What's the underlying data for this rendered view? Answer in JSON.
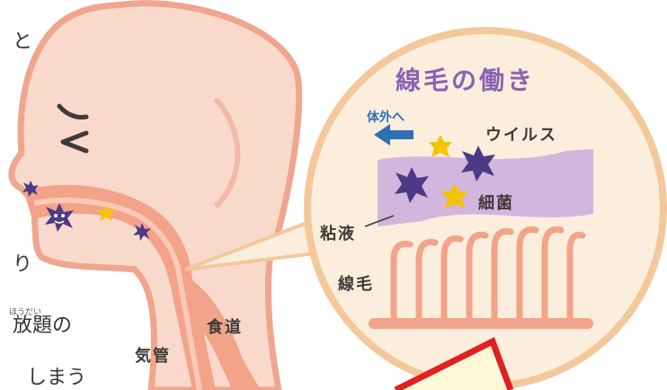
{
  "side_text": {
    "line_top": "と",
    "line_mid": "り",
    "line_4": "放題の",
    "line_5": "しまう",
    "ruby": "ほうだい"
  },
  "labels": {
    "trachea": "気管",
    "esophagus": "食道"
  },
  "inset": {
    "title": "線毛の働き",
    "outward": "体外へ",
    "virus": "ウイルス",
    "bacteria": "細菌",
    "mucus": "粘液",
    "cilia": "線毛"
  },
  "colors": {
    "skin": "#f9d9cc",
    "skin_outline": "#f0a58e",
    "airway": "#f2a389",
    "inset_bg": "#fbeedd",
    "inset_border": "#f3c89a",
    "mucus": "#d2b6de",
    "virus": "#4c3a86",
    "bacteria": "#f5c400",
    "arrow": "#2f6fb4",
    "red_box": "#e02020"
  }
}
